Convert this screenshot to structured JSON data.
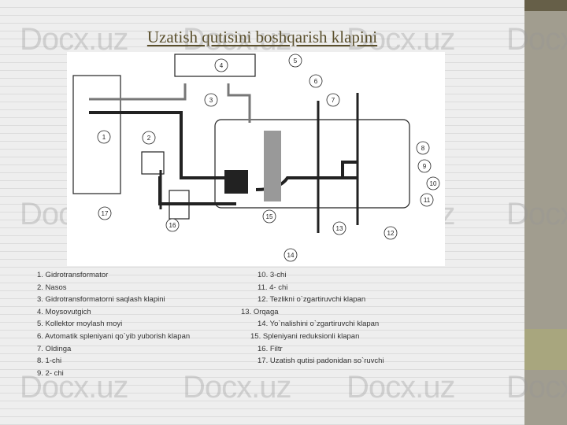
{
  "title": "Uzatish qutisini boshqarish klapini",
  "watermark": "Docx.uz",
  "callouts": [
    "1",
    "2",
    "3",
    "4",
    "5",
    "6",
    "7",
    "8",
    "9",
    "10",
    "11",
    "12",
    "13",
    "14",
    "15",
    "16",
    "17"
  ],
  "legend_left": [
    "1.  Gidrotransformator",
    "2. Nasos",
    "3. Gidrotransformatorni saqlash klapini",
    "4. Moysovutgich",
    "5. Kollektor moylash moyi",
    "6. Avtomatik spleniyani qo`yib yuborish klapan",
    "7. Oldinga",
    "8. 1-chi",
    "9. 2- chi"
  ],
  "legend_right": [
    "10.  3-chi",
    "11. 4- chi",
    "12. Tezlikni o`zgartiruvchi klapan",
    "13. Orqaga",
    "14. Yo`nalishini o`zgartiruvchi klapan",
    "15. Spleniyani reduksionli klapan",
    "16.  Filtr",
    "17.  Uzatish qutisi padonidan so`ruvchi"
  ],
  "colors": {
    "title": "#5a4f2c",
    "sidebar": "#a19d8f",
    "sidebar_top": "#665f48",
    "sidebar_accent": "#a8a67e"
  }
}
